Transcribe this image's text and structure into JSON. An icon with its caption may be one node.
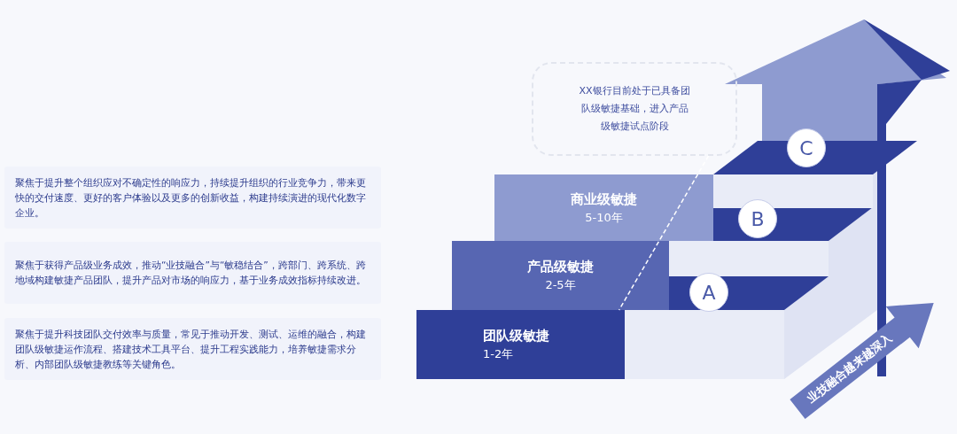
{
  "diagram": {
    "nodes": [
      {
        "text": [
          "XX银行目前处于已具备团队级敏捷基础，进入产品级敏捷试点阶段"
        ]
      },
      {
        "text": [
          "聚焦于提升整个组织应对不确定性的响应力，持续提升组织的行业竞争力，带来更快的交付速度、更好的客户体验以及更多的创新收益，构建持续演进的现代化数字企业。"
        ]
      },
      {
        "text": [
          "聚焦于获得产品级业务成效，推动“业技融合”与“敏稳结合”，跨部门、跨系统、跨地域构建敏捷产品团队，提升产品对市场的响应力，基于业务成效指标持续改进。"
        ]
      },
      {
        "text": [
          "聚焦于提升科技团队交付效率与质量，常见于推动开发、测试、运维的融合，构建团队级敏捷运作流程、搭建技术工具平台、提升工程实践能力，培养敏捷需求分析、内部团队级敏捷教练等关键角色。"
        ]
      },
      {
        "text": [
          "商业级敏捷",
          "5-10年"
        ]
      },
      {
        "text": [
          "产品级敏捷",
          "2-5年"
        ]
      },
      {
        "text": [
          "团队级敏捷",
          "1-2年"
        ]
      },
      {
        "text": [
          "C"
        ]
      },
      {
        "text": [
          "B"
        ]
      },
      {
        "text": [
          "A"
        ]
      }
    ],
    "edges": [
      {
        "from": 0,
        "to": 5,
        "arrow": "none",
        "style": "dashed"
      }
    ],
    "labels": [
      "业技融合越来越深入"
    ]
  }
}
